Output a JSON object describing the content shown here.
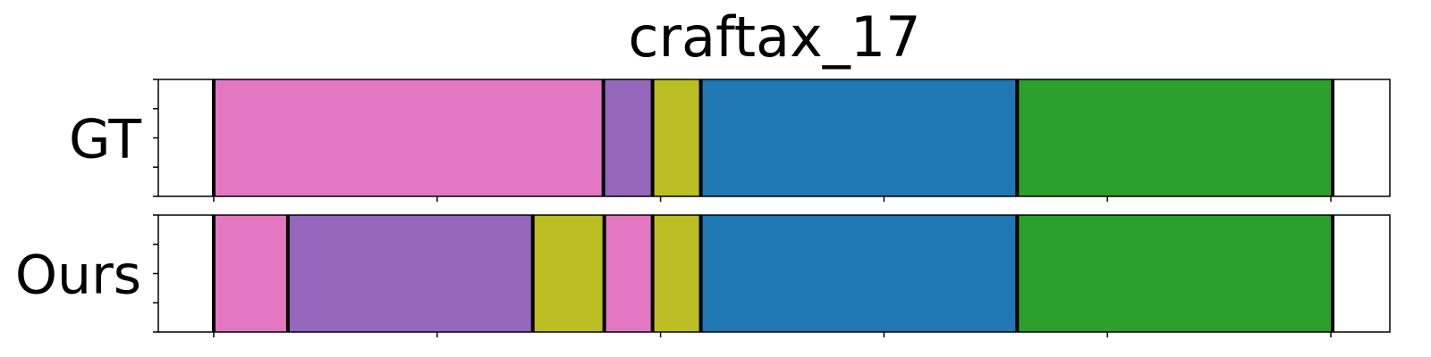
{
  "chart_data": {
    "type": "bar",
    "title": "craftax_17",
    "xlabel": "",
    "ylabel": "",
    "xlim": [
      -62,
      1316
    ],
    "grid": false,
    "legend": "none",
    "rows": [
      {
        "label": "GT",
        "segments": [
          {
            "start": 0,
            "end": 436,
            "color": "#e377c2"
          },
          {
            "start": 436,
            "end": 491,
            "color": "#9467bd"
          },
          {
            "start": 491,
            "end": 545,
            "color": "#bcbd22"
          },
          {
            "start": 545,
            "end": 899,
            "color": "#1f77b4"
          },
          {
            "start": 899,
            "end": 1252,
            "color": "#2ca02c"
          }
        ]
      },
      {
        "label": "Ours",
        "segments": [
          {
            "start": 0,
            "end": 83,
            "color": "#e377c2"
          },
          {
            "start": 83,
            "end": 357,
            "color": "#9467bd"
          },
          {
            "start": 357,
            "end": 437,
            "color": "#bcbd22"
          },
          {
            "start": 437,
            "end": 491,
            "color": "#e377c2"
          },
          {
            "start": 491,
            "end": 545,
            "color": "#bcbd22"
          },
          {
            "start": 545,
            "end": 899,
            "color": "#1f77b4"
          },
          {
            "start": 899,
            "end": 1252,
            "color": "#2ca02c"
          }
        ]
      }
    ],
    "xticks": [
      0,
      250,
      500,
      750,
      1000,
      1250
    ]
  }
}
